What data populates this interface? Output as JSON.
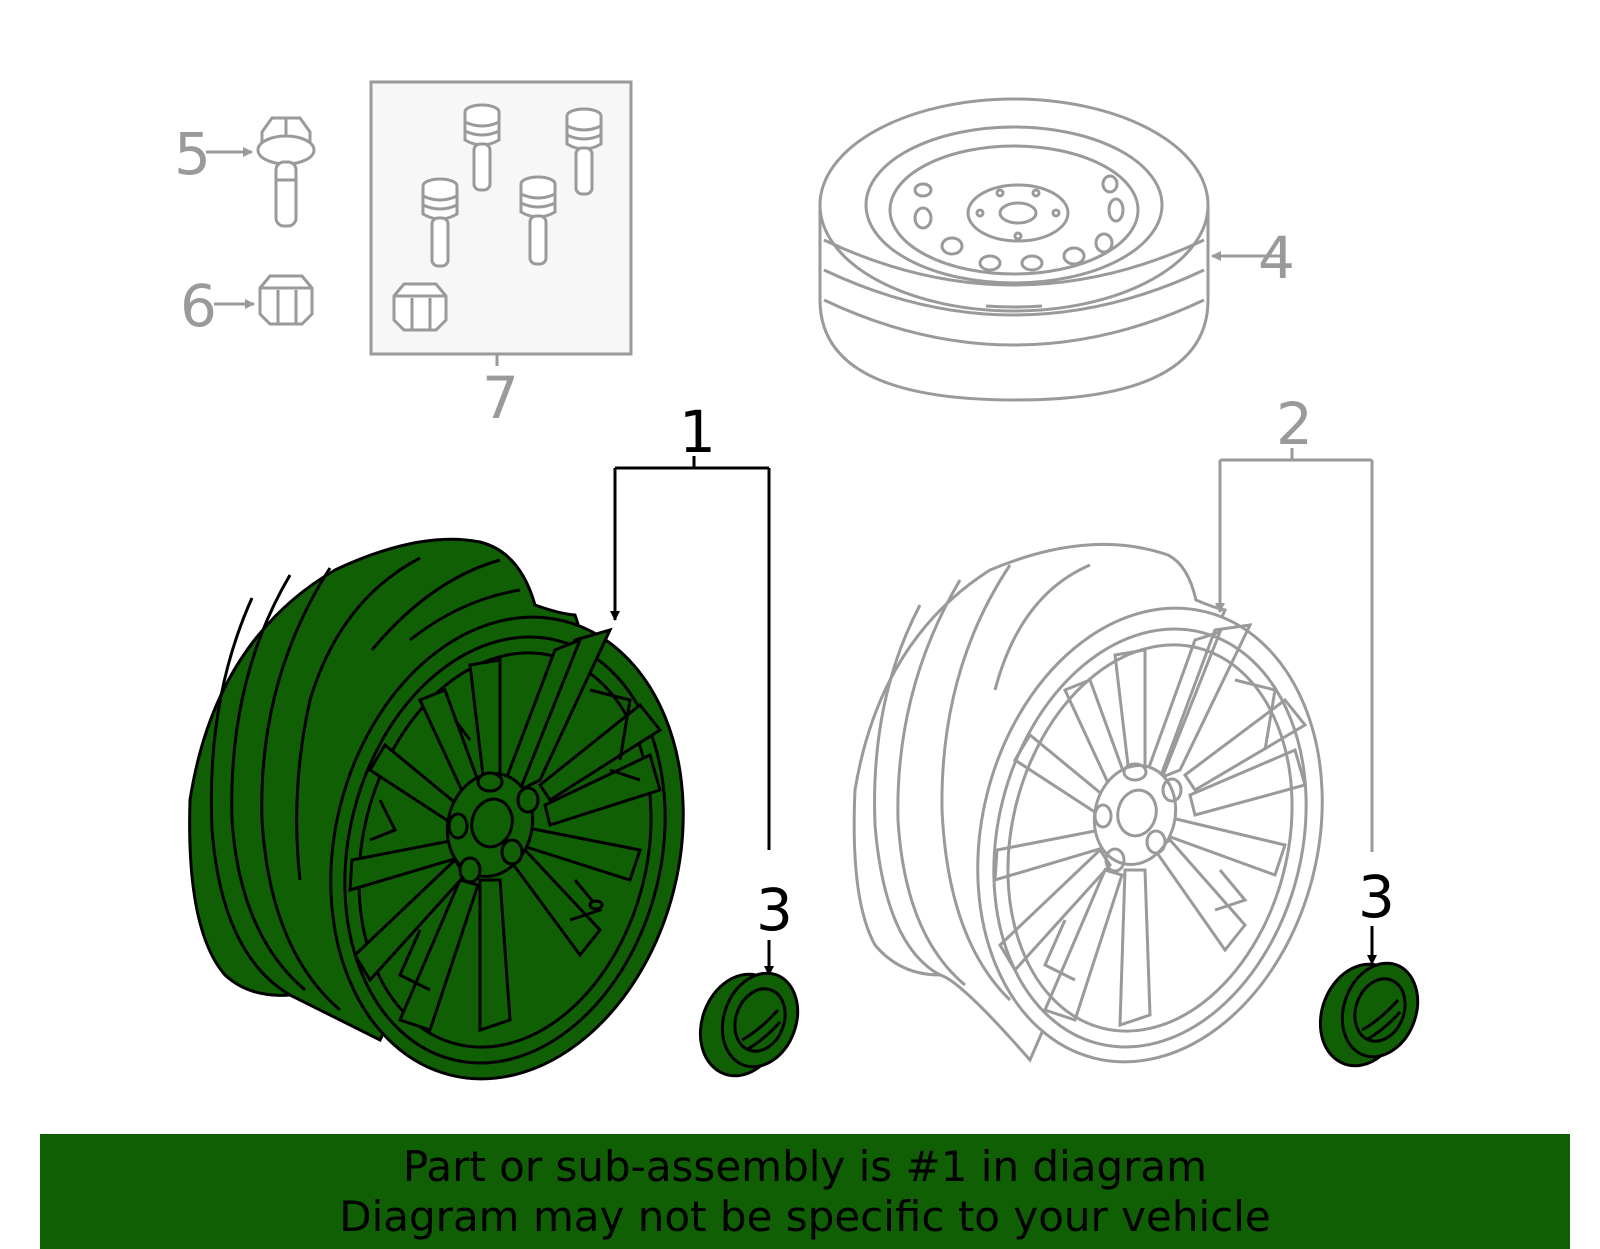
{
  "diagram": {
    "callouts": {
      "c1": "1",
      "c2": "2",
      "c3a": "3",
      "c3b": "3",
      "c4": "4",
      "c5": "5",
      "c6": "6",
      "c7": "7"
    },
    "colors": {
      "highlight": "#115f05",
      "outline": "#000000",
      "inactive": "#9a9a9a",
      "kit_box_fill": "#f7f7f7"
    },
    "highlighted_part": "1"
  },
  "banner": {
    "line1": "Part or sub-assembly is #1 in diagram",
    "line2": "Diagram may not be specific to your vehicle"
  }
}
